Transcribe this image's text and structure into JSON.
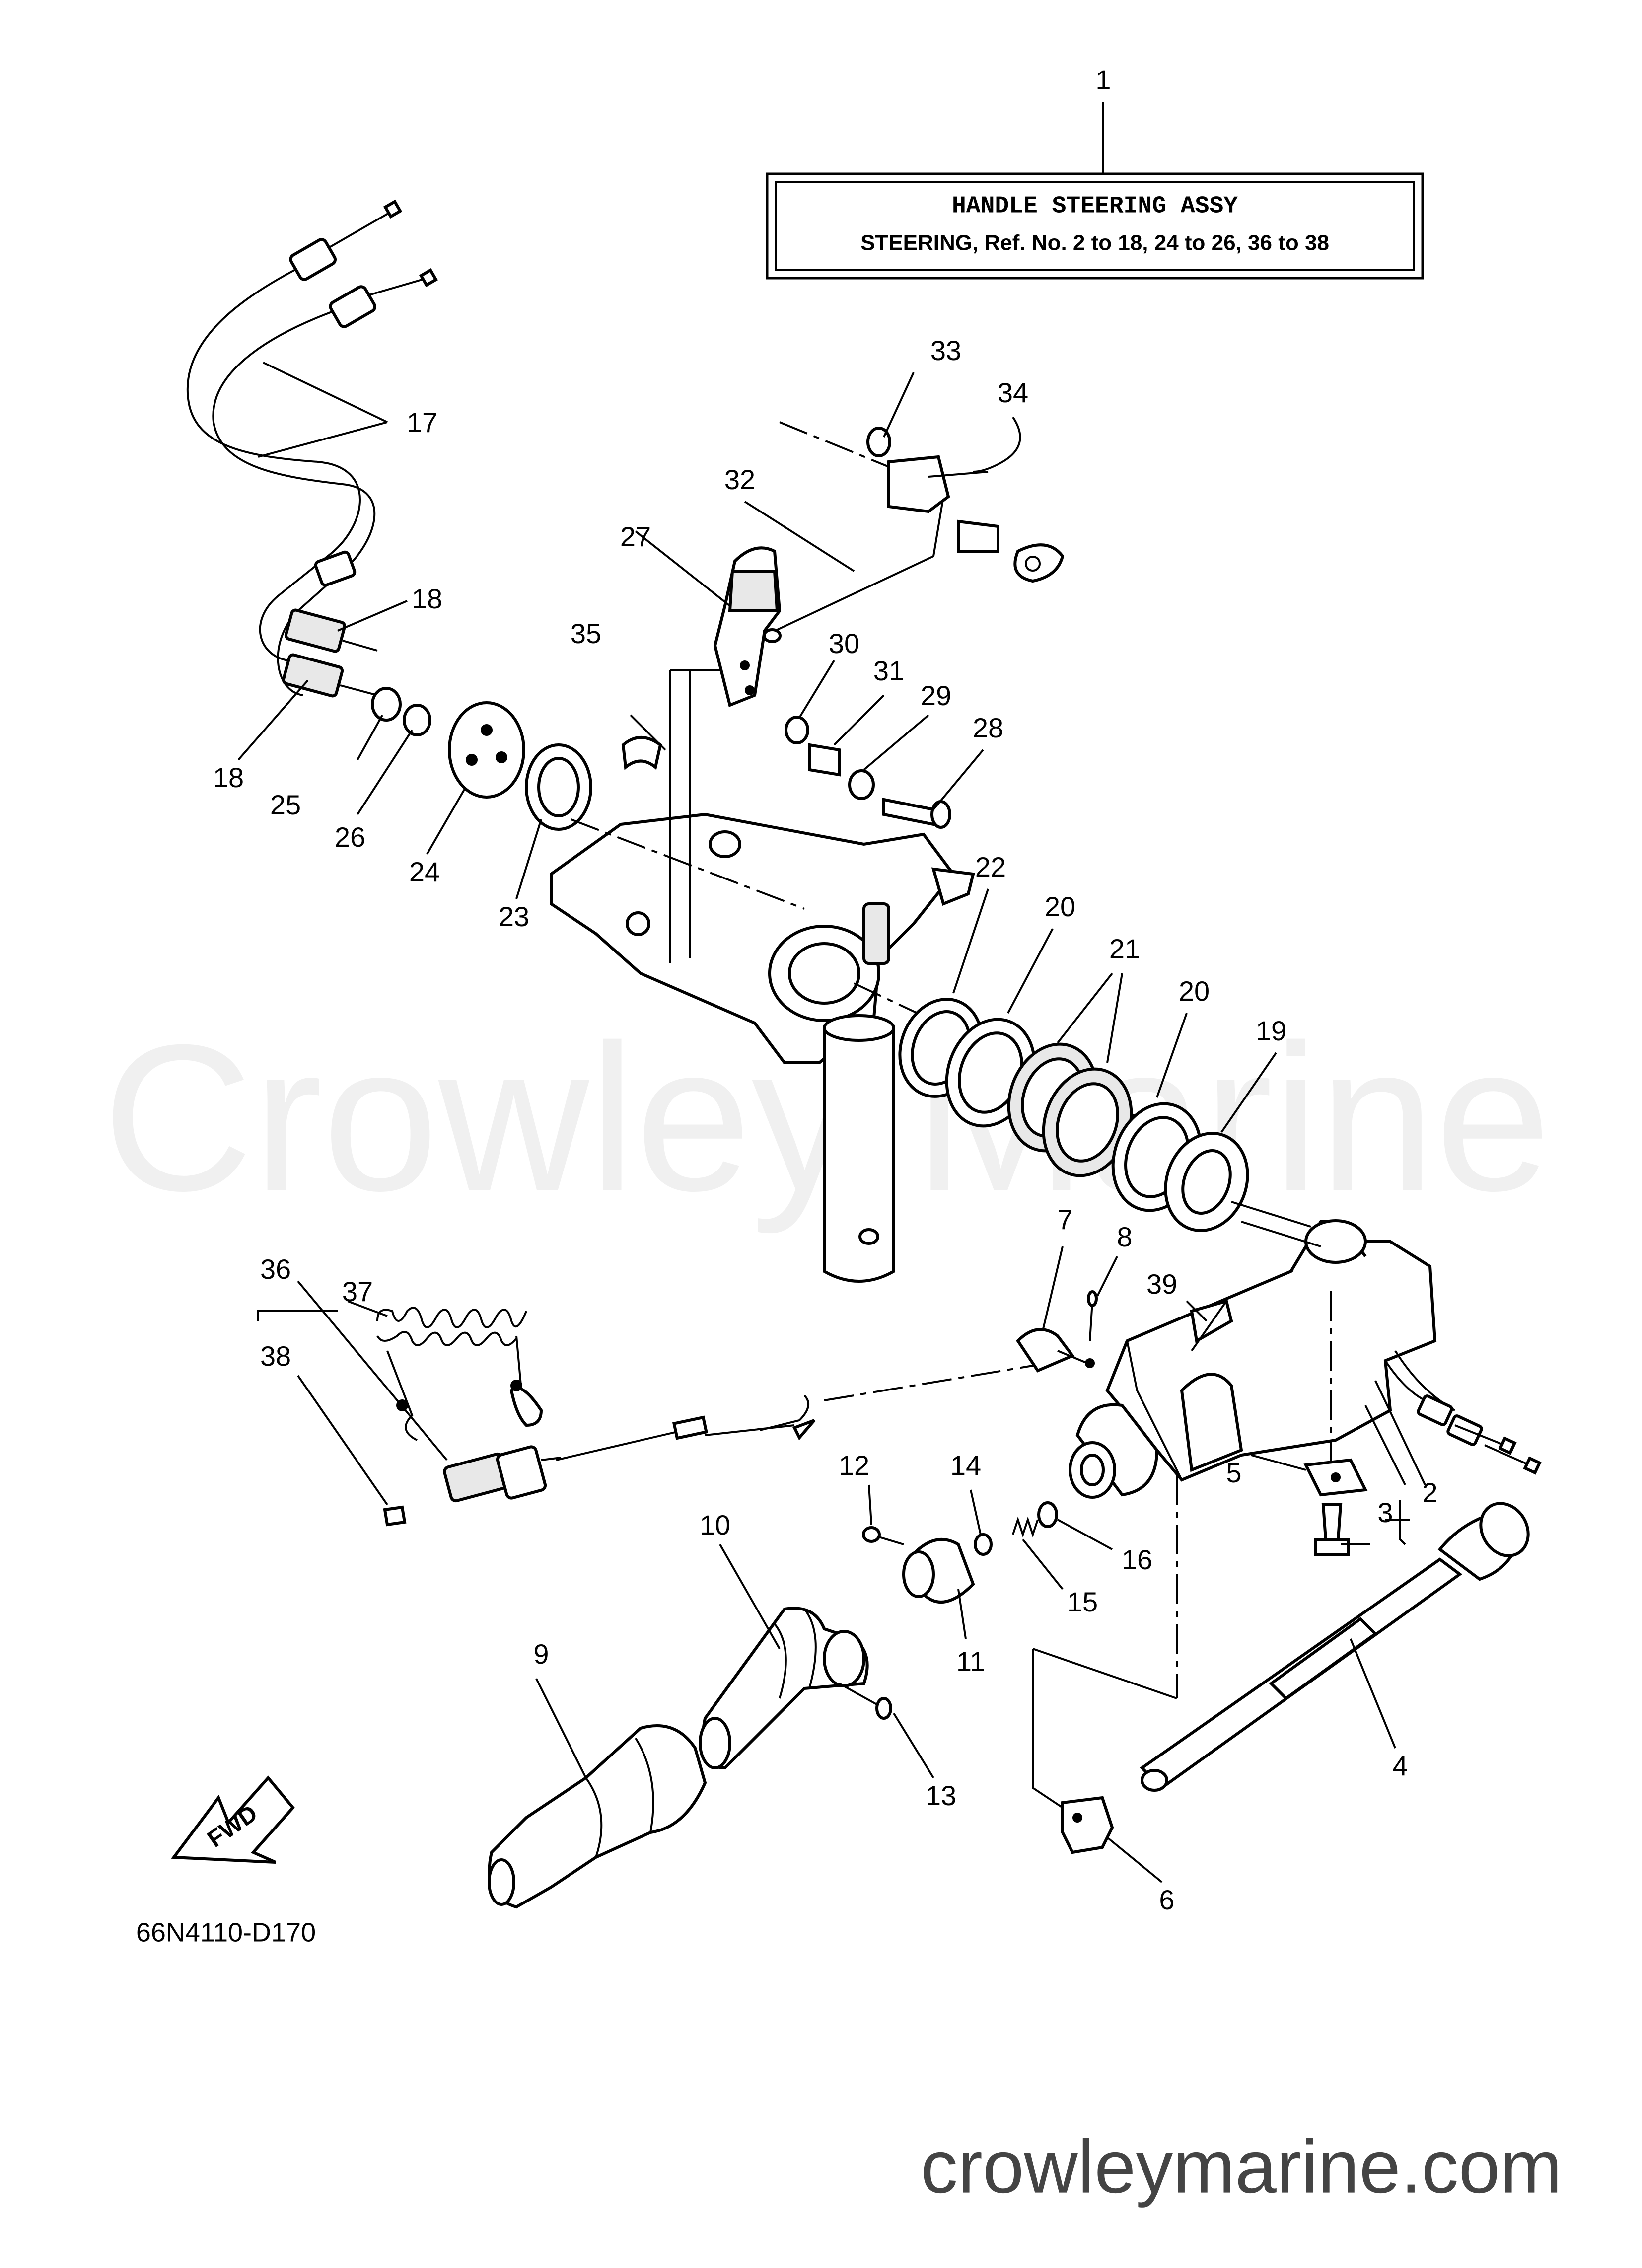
{
  "title_box": {
    "main": "HANDLE STEERING ASSY",
    "sub": "STEERING,  Ref. No. 2 to 18, 24 to 26, 36 to 38"
  },
  "diagram_code": "66N4110-D170",
  "fwd_label": "FWD",
  "watermark": "Crowley Marine",
  "site": "crowleymarine.com",
  "callouts": [
    "1",
    "2",
    "3",
    "4",
    "5",
    "6",
    "7",
    "8",
    "9",
    "10",
    "11",
    "12",
    "13",
    "14",
    "15",
    "16",
    "17",
    "18",
    "18",
    "19",
    "20",
    "20",
    "21",
    "22",
    "23",
    "24",
    "25",
    "26",
    "27",
    "28",
    "29",
    "30",
    "31",
    "32",
    "33",
    "34",
    "35",
    "36",
    "37",
    "38",
    "39"
  ]
}
